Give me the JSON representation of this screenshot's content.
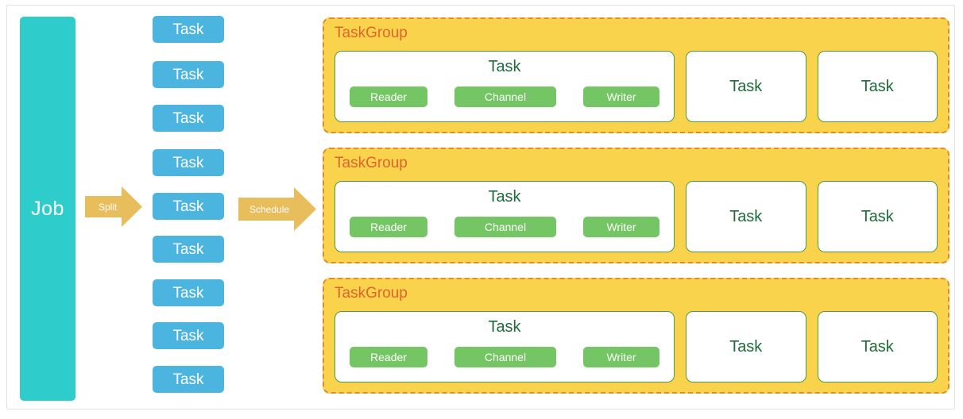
{
  "diagram": {
    "job": {
      "label": "Job"
    },
    "arrows": [
      {
        "name": "split",
        "label": "Split"
      },
      {
        "name": "schedule",
        "label": "Schedule"
      }
    ],
    "task_queue": {
      "items": [
        {
          "label": "Task"
        },
        {
          "label": "Task"
        },
        {
          "label": "Task"
        },
        {
          "label": "Task"
        },
        {
          "label": "Task"
        },
        {
          "label": "Task"
        },
        {
          "label": "Task"
        },
        {
          "label": "Task"
        },
        {
          "label": "Task"
        }
      ]
    },
    "task_groups": [
      {
        "title": "TaskGroup",
        "detailed_task": {
          "label": "Task",
          "stages": [
            {
              "label": "Reader"
            },
            {
              "label": "Channel"
            },
            {
              "label": "Writer"
            }
          ]
        },
        "tasks": [
          {
            "label": "Task"
          },
          {
            "label": "Task"
          }
        ]
      },
      {
        "title": "TaskGroup",
        "detailed_task": {
          "label": "Task",
          "stages": [
            {
              "label": "Reader"
            },
            {
              "label": "Channel"
            },
            {
              "label": "Writer"
            }
          ]
        },
        "tasks": [
          {
            "label": "Task"
          },
          {
            "label": "Task"
          }
        ]
      },
      {
        "title": "TaskGroup",
        "detailed_task": {
          "label": "Task",
          "stages": [
            {
              "label": "Reader"
            },
            {
              "label": "Channel"
            },
            {
              "label": "Writer"
            }
          ]
        },
        "tasks": [
          {
            "label": "Task"
          },
          {
            "label": "Task"
          }
        ]
      }
    ],
    "colors": {
      "job_teal": "#2fcccc",
      "task_blue": "#4bb5e0",
      "arrow_gold": "#e8bd5b",
      "group_yellow": "#fad34c",
      "group_border_orange": "#e08b31",
      "group_title_orange": "#e2632b",
      "stage_green": "#74c563",
      "card_border_green": "#4a9c4a",
      "card_text_green": "#1f6b3a",
      "canvas_border_gray": "#e3e3e3"
    }
  }
}
